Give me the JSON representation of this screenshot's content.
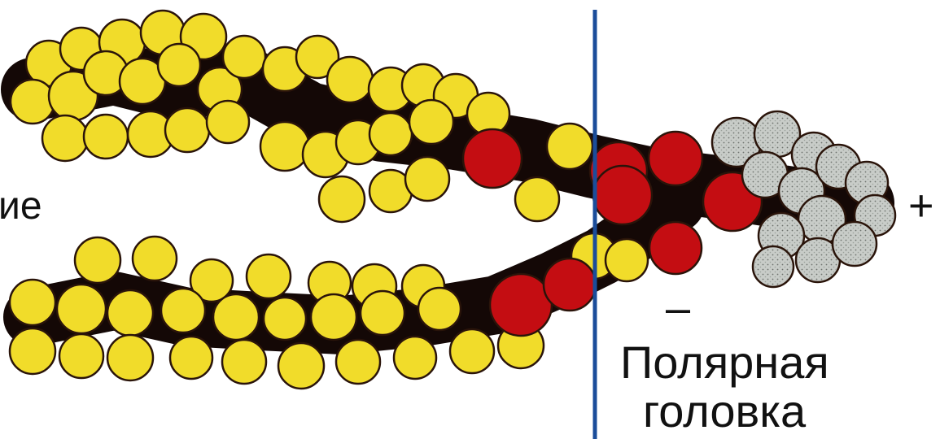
{
  "labels": {
    "left_cut": "ие",
    "plus": "+",
    "minus": "–",
    "head_line1": "Полярная",
    "head_line2": "головка"
  },
  "colors": {
    "carbon_tail": "#f1dc2a",
    "oxygen": "#c40d12",
    "choline": "#c8ccc8",
    "bond": "#140806",
    "divider": "#1b4d9a"
  }
}
